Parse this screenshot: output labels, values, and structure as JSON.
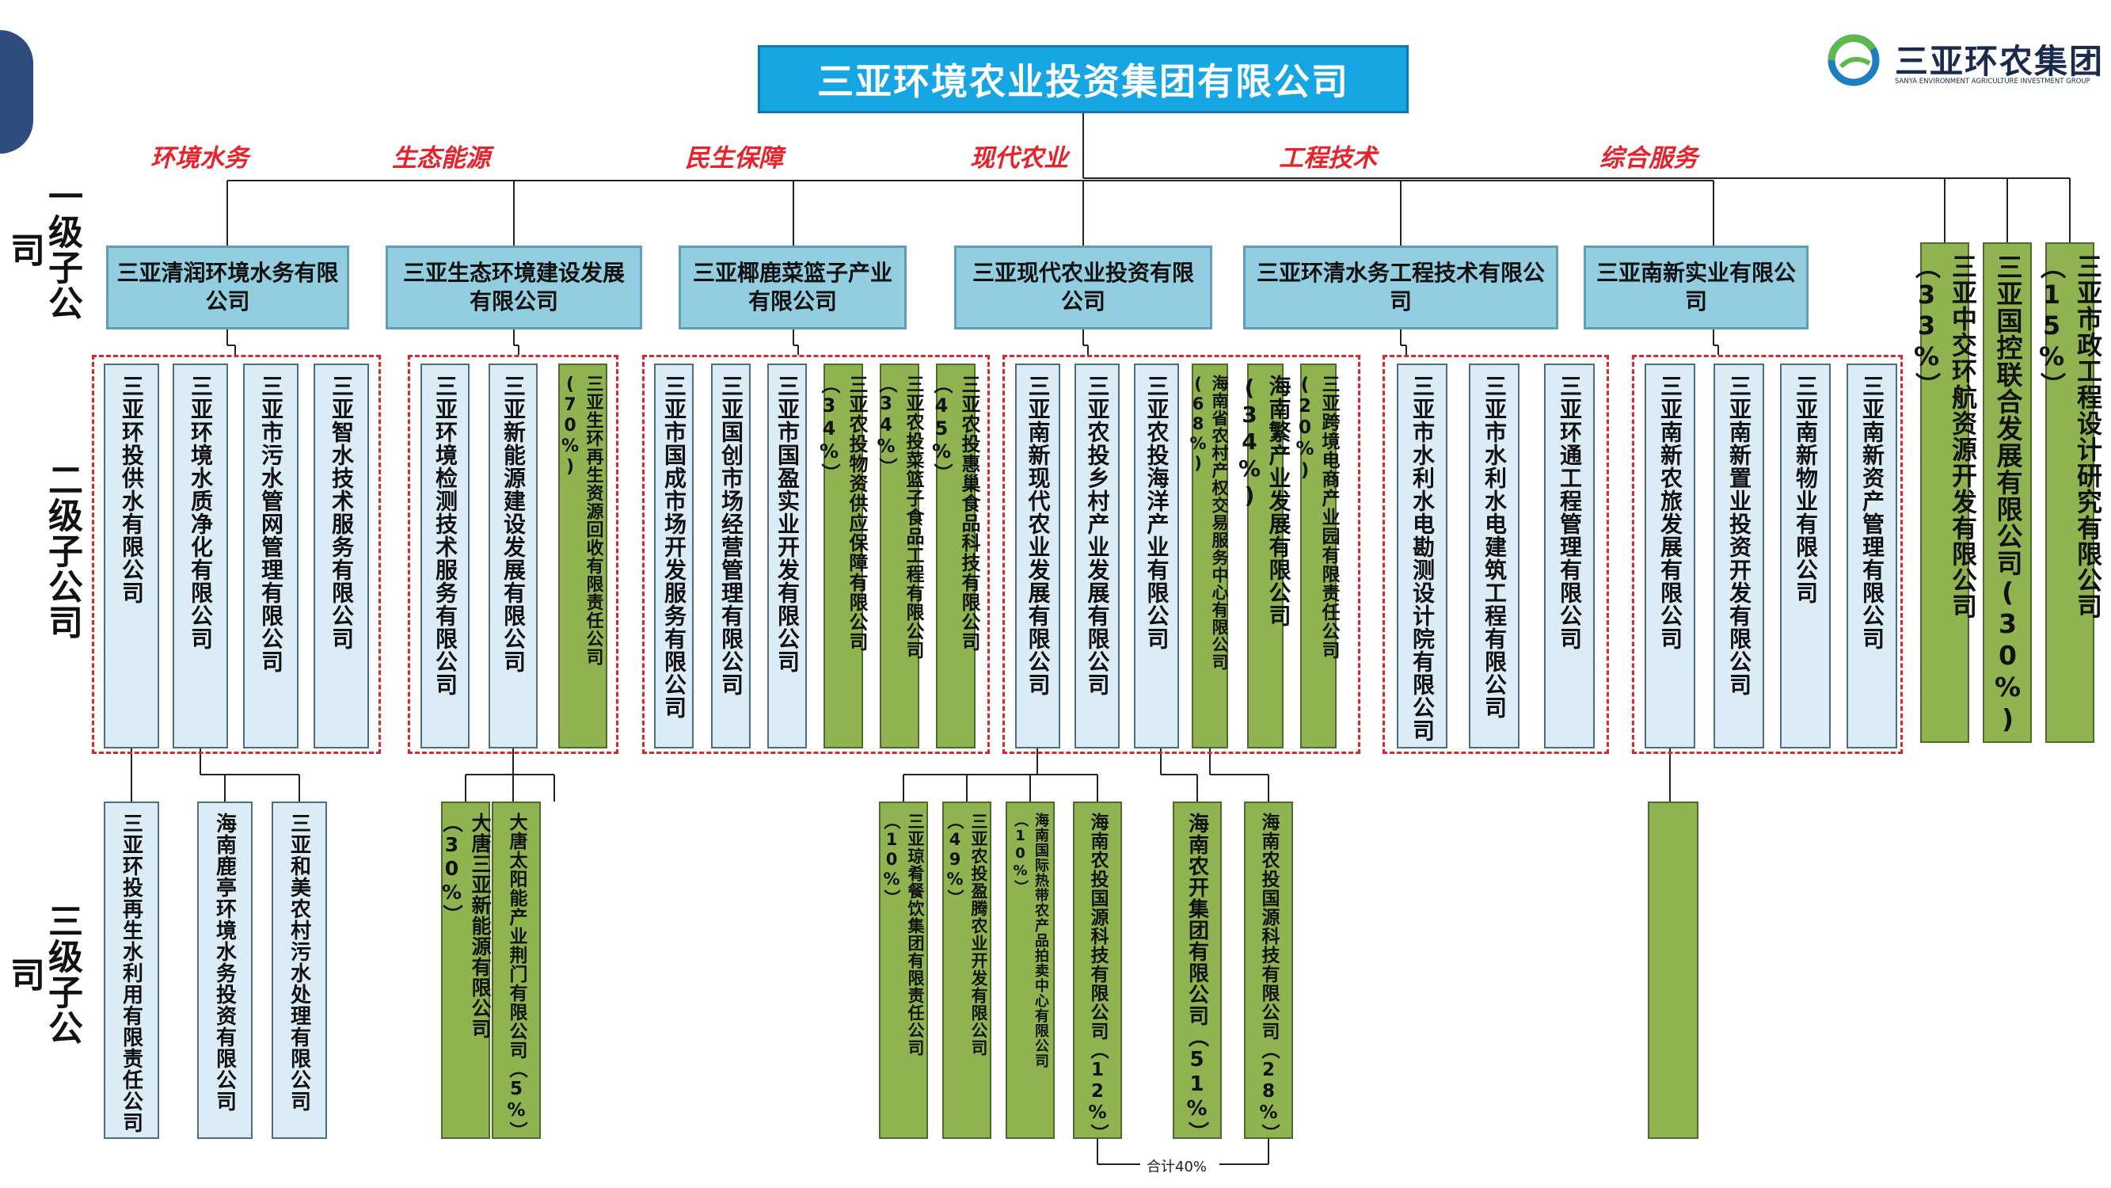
{
  "header": {
    "title": "三亚环境农业投资集团有限公司",
    "logo_text": "三亚环农集团",
    "logo_sub": "SANYA ENVIRONMENT AGRICULTURE INVESTMENT GROUP"
  },
  "levels": [
    "一级子公司",
    "二级子公司",
    "三级子公司"
  ],
  "categories": [
    "环境水务",
    "生态能源",
    "民生保障",
    "现代农业",
    "工程技术",
    "综合服务"
  ],
  "level1": [
    {
      "name": "三亚清润环境水务有限公司"
    },
    {
      "name": "三亚生态环境建设发展有限公司"
    },
    {
      "name": "三亚椰鹿菜篮子产业有限公司"
    },
    {
      "name": "三亚现代农业投资有限公司"
    },
    {
      "name": "三亚环清水务工程技术有限公司"
    },
    {
      "name": "三亚南新实业有限公司"
    }
  ],
  "level1_direct": [
    {
      "name": "三亚中交环航资源开发有限公司（33%）",
      "type": "green"
    },
    {
      "name": "三亚国控联合发展有限公司(30%)",
      "type": "green"
    },
    {
      "name": "三亚市政工程设计研究有限公司（15%）",
      "type": "green"
    }
  ],
  "level2": [
    {
      "name": "三亚环投供水有限公司",
      "type": "blue"
    },
    {
      "name": "三亚环境水质净化有限公司",
      "type": "blue"
    },
    {
      "name": "三亚市污水管网管理有限公司",
      "type": "blue"
    },
    {
      "name": "三亚智水技术服务有限公司",
      "type": "blue"
    },
    {
      "name": "三亚环境检测技术服务有限公司",
      "type": "blue"
    },
    {
      "name": "三亚新能源建设发展有限公司",
      "type": "blue"
    },
    {
      "name": "三亚生环再生资源回收有限责任公司(70%)",
      "type": "green"
    },
    {
      "name": "三亚市国成市场开发服务有限公司",
      "type": "blue"
    },
    {
      "name": "三亚国创市场经营管理有限公司",
      "type": "blue"
    },
    {
      "name": "三亚市国盈实业开发有限公司",
      "type": "blue"
    },
    {
      "name": "三亚农投物资供应保障有限公司（34%）",
      "type": "green"
    },
    {
      "name": "三亚农投菜篮子食品工程有限公司（34%）",
      "type": "green"
    },
    {
      "name": "三亚农投惠巢食品科技有限公司（45%）",
      "type": "green"
    },
    {
      "name": "三亚南新现代农业发展有限公司",
      "type": "blue"
    },
    {
      "name": "三亚农投乡村产业发展有限公司",
      "type": "blue"
    },
    {
      "name": "三亚农投海洋产业有限公司",
      "type": "blue"
    },
    {
      "name": "海南省农村产权交易服务中心有限公司(68%)",
      "type": "green"
    },
    {
      "name": "海南繁产业发展有限公司(34%)",
      "type": "green"
    },
    {
      "name": "三亚跨境电商产业园有限责任公司(20%)",
      "type": "green"
    },
    {
      "name": "三亚市水利水电勘测设计院有限公司",
      "type": "blue"
    },
    {
      "name": "三亚市水利水电建筑工程有限公司",
      "type": "blue"
    },
    {
      "name": "三亚环通工程管理有限公司",
      "type": "blue"
    },
    {
      "name": "三亚南新农旅发展有限公司",
      "type": "blue"
    },
    {
      "name": "三亚南新置业投资开发有限公司",
      "type": "blue"
    },
    {
      "name": "三亚南新物业有限公司",
      "type": "blue"
    },
    {
      "name": "三亚南新资产管理有限公司",
      "type": "blue"
    }
  ],
  "level3": [
    {
      "name": "三亚环投再生水利用有限责任公司",
      "type": "blue"
    },
    {
      "name": "海南鹿亭环境水务投资有限公司",
      "type": "blue"
    },
    {
      "name": "三亚和美农村污水处理有限公司",
      "type": "blue"
    },
    {
      "name": "大唐三亚新能源有限公司（30%）",
      "type": "green"
    },
    {
      "name": "大唐太阳能产业荆门有限公司（5%）",
      "type": "green"
    },
    {
      "name": "三亚琼肴餐饮集团有限责任公司（10%）",
      "type": "green"
    },
    {
      "name": "三亚农投盈腾农业开发有限公司（49%）",
      "type": "green"
    },
    {
      "name": "海南国际热带农产品拍卖中心有限公司（10%）",
      "type": "green"
    },
    {
      "name": "海南农投国源科技有限公司（12%）",
      "type": "green"
    },
    {
      "name": "海南农开集团有限公司（51%）",
      "type": "green"
    },
    {
      "name": "海南农投国源科技有限公司（28%）",
      "type": "green"
    }
  ],
  "note": "合计40%"
}
